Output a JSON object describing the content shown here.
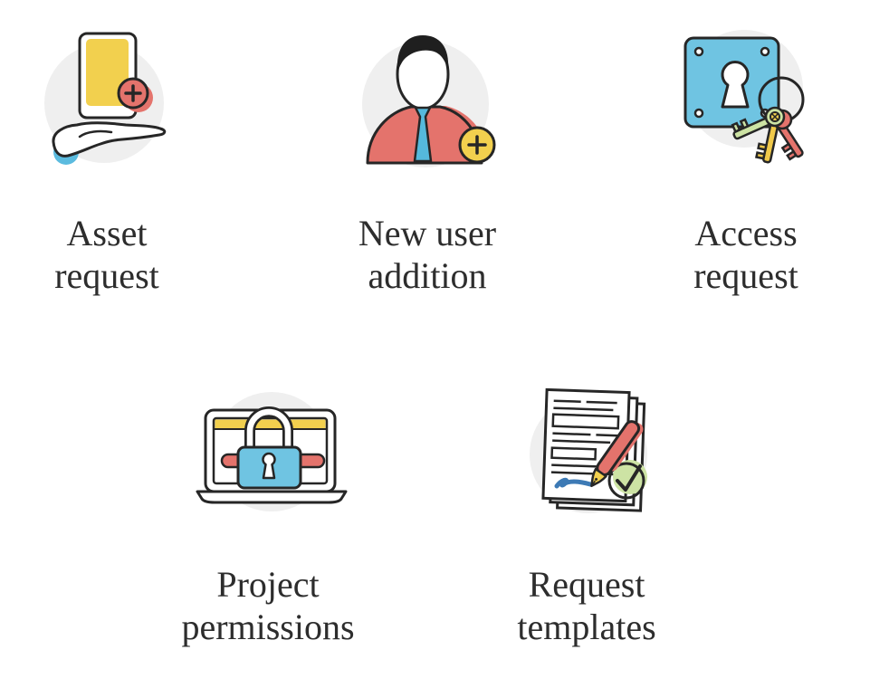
{
  "palette": {
    "outline": "#262626",
    "circle_bg": "#efefef",
    "yellow": "#f2d04e",
    "coral": "#e4736c",
    "blue": "#6fc4e2",
    "tie_blue": "#55b9dc",
    "green": "#cde3a4",
    "signature_blue": "#3d7ab5",
    "label_text": "#2d2d2d"
  },
  "tiles": [
    {
      "id": "asset-request",
      "label": "Asset\nrequest",
      "icon": "hand-holding-card-icon"
    },
    {
      "id": "new-user-addition",
      "label": "New user\naddition",
      "icon": "user-plus-icon"
    },
    {
      "id": "access-request",
      "label": "Access\nrequest",
      "icon": "lock-and-keys-icon"
    },
    {
      "id": "project-permissions",
      "label": "Project\npermissions",
      "icon": "laptop-lock-icon"
    },
    {
      "id": "request-templates",
      "label": "Request\ntemplates",
      "icon": "document-pen-icon"
    }
  ]
}
